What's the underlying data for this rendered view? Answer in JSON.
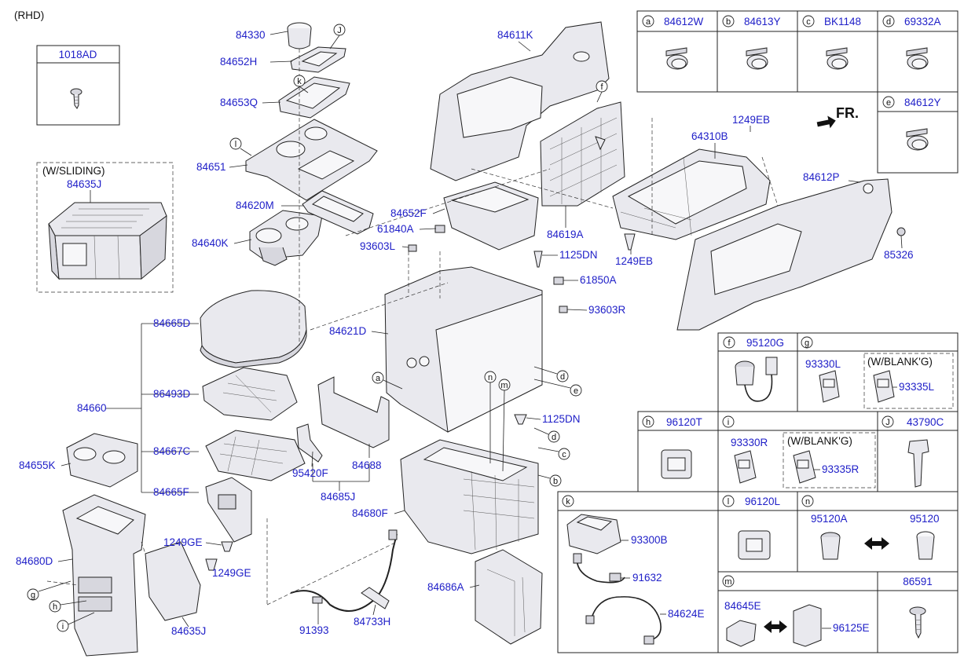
{
  "header": {
    "variant_note": "(RHD)"
  },
  "boxes": {
    "fastener_1018AD": "1018AD",
    "sliding_note": "(W/SLIDING)",
    "sliding_part": "84635J"
  },
  "clip_table": [
    {
      "letter": "a",
      "part": "84612W"
    },
    {
      "letter": "b",
      "part": "84613Y"
    },
    {
      "letter": "c",
      "part": "BK1148"
    },
    {
      "letter": "d",
      "part": "69332A"
    },
    {
      "letter": "e",
      "part": "84612Y"
    }
  ],
  "front_label": "FR.",
  "callouts": {
    "p84330": "84330",
    "p84652H": "84652H",
    "p84653Q": "84653Q",
    "p84651": "84651",
    "p84620M": "84620M",
    "p84640K": "84640K",
    "p84665D": "84665D",
    "p86493D": "86493D",
    "p84660": "84660",
    "p84667C": "84667C",
    "p84665F": "84665F",
    "p84655K": "84655K",
    "p84680D": "84680D",
    "p1249GE_a": "1249GE",
    "p1249GE_b": "1249GE",
    "p84635J": "84635J",
    "p91393": "91393",
    "p84733H": "84733H",
    "p95420F": "95420F",
    "p84688": "84688",
    "p84685J": "84685J",
    "p84680F": "84680F",
    "p84686A": "84686A",
    "p84621D": "84621D",
    "p84652F": "84652F",
    "p61840A": "61840A",
    "p93603L": "93603L",
    "p84611K": "84611K",
    "p84619A": "84619A",
    "p1125DN_a": "1125DN",
    "p61850A": "61850A",
    "p93603R": "93603R",
    "p1125DN_b": "1125DN",
    "p64310B": "64310B",
    "p1249EB_a": "1249EB",
    "p1249EB_b": "1249EB",
    "p84612P": "84612P",
    "p85326": "85326"
  },
  "markers": {
    "J_top": "J",
    "k_top": "k",
    "l_top": "l",
    "f_top": "f",
    "a_mid": "a",
    "n_mid": "n",
    "m_mid": "m",
    "d_mid": "d",
    "e_mid": "e",
    "d_low": "d",
    "c_low": "c",
    "b_low": "b",
    "g_left": "g",
    "h_left": "h",
    "i_left": "i"
  },
  "detail_f": {
    "letter": "f",
    "part": "95120G"
  },
  "detail_g": {
    "letter": "g",
    "part": "93330L",
    "blank_note": "(W/BLANK'G)",
    "blank_part": "93335L"
  },
  "detail_h": {
    "letter": "h",
    "part": "96120T"
  },
  "detail_i": {
    "letter": "i",
    "part": "93330R",
    "blank_note": "(W/BLANK'G)",
    "blank_part": "93335R"
  },
  "detail_J": {
    "letter": "J",
    "part": "43790C"
  },
  "detail_k": {
    "letter": "k",
    "p1": "93300B",
    "p2": "91632",
    "p3": "84624E"
  },
  "detail_l": {
    "letter": "l",
    "part": "96120L"
  },
  "detail_n": {
    "letter": "n",
    "p1": "95120A",
    "p2": "95120"
  },
  "detail_m": {
    "letter": "m",
    "p1": "84645E",
    "p2": "96125E"
  },
  "detail_86591": {
    "part": "86591"
  }
}
